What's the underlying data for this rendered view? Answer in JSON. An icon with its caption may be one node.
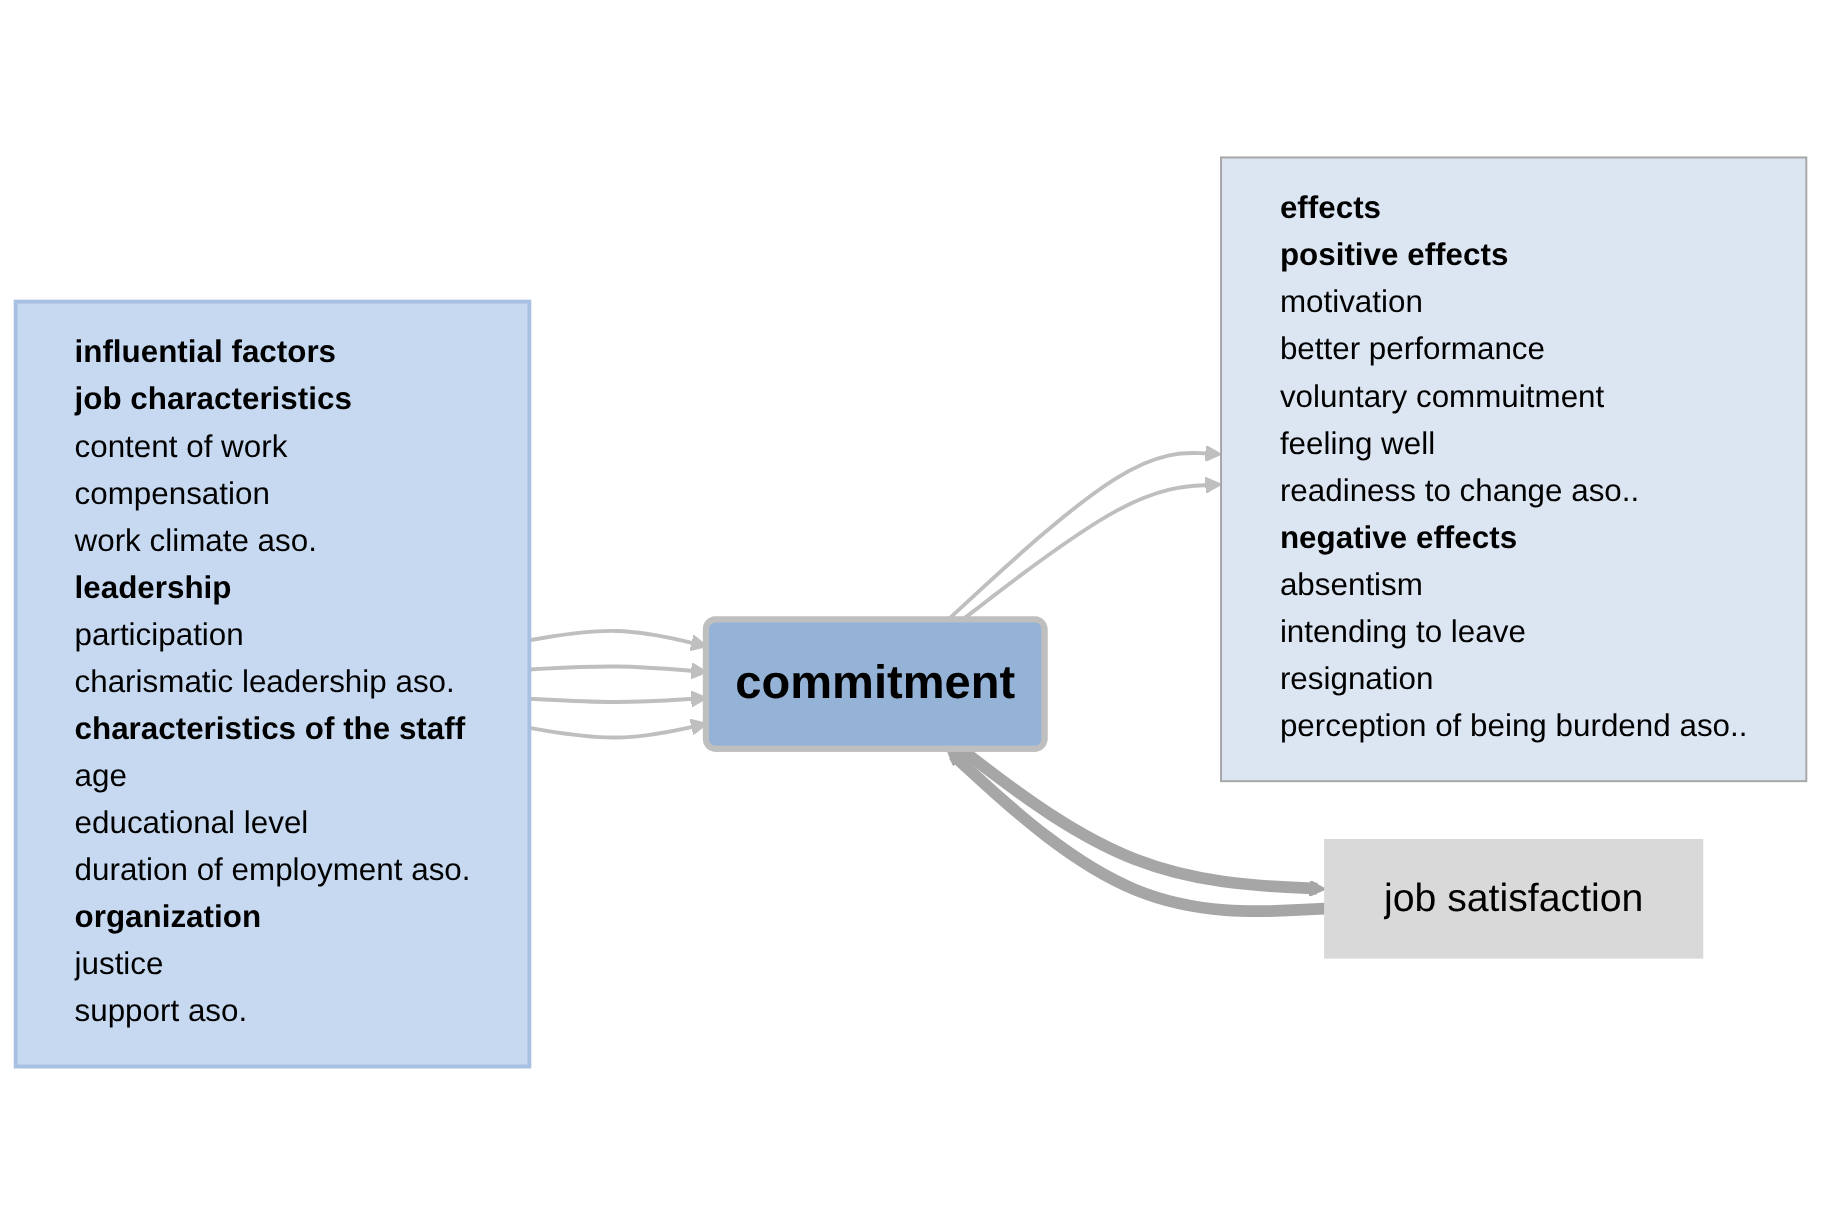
{
  "diagram": {
    "nodes": [
      {
        "text": [
          "influential factors",
          "job characteristics",
          "content of work",
          "compensation",
          "work climate aso.",
          "leadership",
          "participation",
          "charismatic leadership aso.",
          "characteristics of the staff",
          "age",
          "educational level",
          "duration of employment aso.",
          "organization",
          "justice",
          "support aso."
        ]
      },
      {
        "text": [
          "commitment"
        ]
      },
      {
        "text": [
          "job satisfaction"
        ]
      },
      {
        "text": [
          "effects",
          "positive effects",
          "motivation",
          "better performance",
          "voluntary commuitment",
          "feeling well",
          "readiness to change aso..",
          "negative effects",
          "absentism",
          "intending to leave",
          "resignation",
          "perception of being burdend aso.."
        ]
      }
    ],
    "edges": [
      {
        "from": 0,
        "to": 1,
        "arrow": "to"
      },
      {
        "from": 0,
        "to": 1,
        "arrow": "to"
      },
      {
        "from": 0,
        "to": 1,
        "arrow": "to"
      },
      {
        "from": 0,
        "to": 1,
        "arrow": "to"
      },
      {
        "from": 1,
        "to": 3,
        "arrow": "to"
      },
      {
        "from": 1,
        "to": 3,
        "arrow": "to"
      },
      {
        "from": 1,
        "to": 2,
        "arrow": "to",
        "style": "thick"
      },
      {
        "from": 2,
        "to": 1,
        "arrow": "to",
        "style": "thick"
      }
    ]
  }
}
